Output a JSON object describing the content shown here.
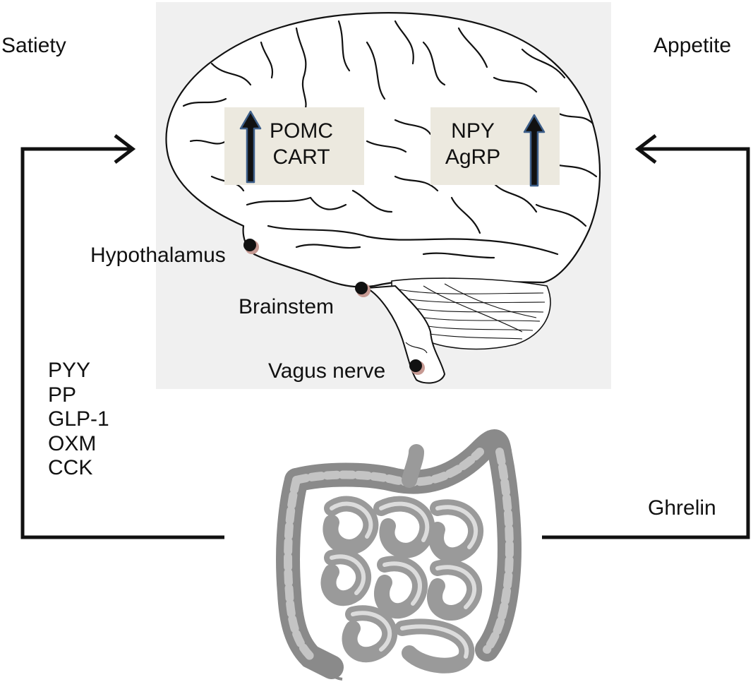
{
  "labels": {
    "satiety": "Satiety",
    "appetite": "Appetite",
    "hypothalamus": "Hypothalamus",
    "brainstem": "Brainstem",
    "vagus": "Vagus nerve",
    "ghrelin": "Ghrelin"
  },
  "boxes": {
    "left": {
      "line1": "POMC",
      "line2": "CART"
    },
    "right": {
      "line1": "NPY",
      "line2": "AgRP"
    }
  },
  "satiety_hormones": [
    "PYY",
    "PP",
    "GLP-1",
    "OXM",
    "CCK"
  ],
  "colors": {
    "panel": "#f0f0f0",
    "box": "#ece9df",
    "arrow_fill": "#111111",
    "arrow_outline": "#3d5f8a",
    "dot_shadow": "#c79a93"
  }
}
